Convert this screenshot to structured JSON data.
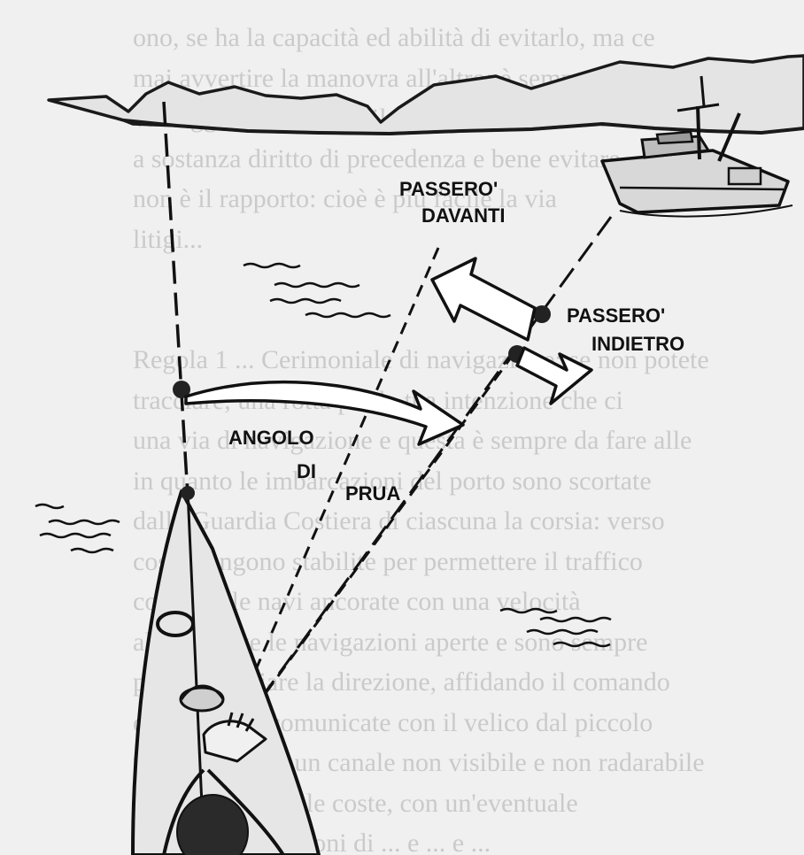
{
  "labels": {
    "passero_davanti_1": "PASSERO'",
    "passero_davanti_2": "DAVANTI",
    "passero_indietro_1": "PASSERO'",
    "passero_indietro_2": "INDIETRO",
    "angolo": "ANGOLO",
    "di": "DI",
    "prua": "PRUA"
  },
  "background_text": [
    "ono, se ha la capacità ed abilità di evitarlo, ma ce",
    "mai avvertire la manovra all'altro; è sempre un pe",
    "vantaggiosamente per il non ha mai manovrato:",
    "a sostanza diritto di precedenza e bene evitare",
    "non è il rapporto: cioè è più facile la via",
    "litigi...",
    "",
    "",
    "Regola 1 ... Cerimoniale di navigazione: se non potete",
    "tracciare, una rotta per la tua intenzione che ci",
    "una via di navigazione e questa è sempre da fare alle",
    "in quanto le imbarcazioni del porto sono scortate",
    "dalla Guardia Costiera di ciascuna la corsia: verso",
    "coste vengono stabilite per permettere il traffico",
    "con tutte le navi ancorate con una velocità",
    "altre di tutte le navigazioni aperte e sono sempre",
    "possano variare la direzione, affidando il comando",
    "di una nave, comunicate con il velico dal piccolo",
    "paso di evitare un canale non visibile e non radarabile",
    "condurre e caso le coste, con un'eventuale",
    "sono alle condizioni di ... e ... e ..."
  ]
}
